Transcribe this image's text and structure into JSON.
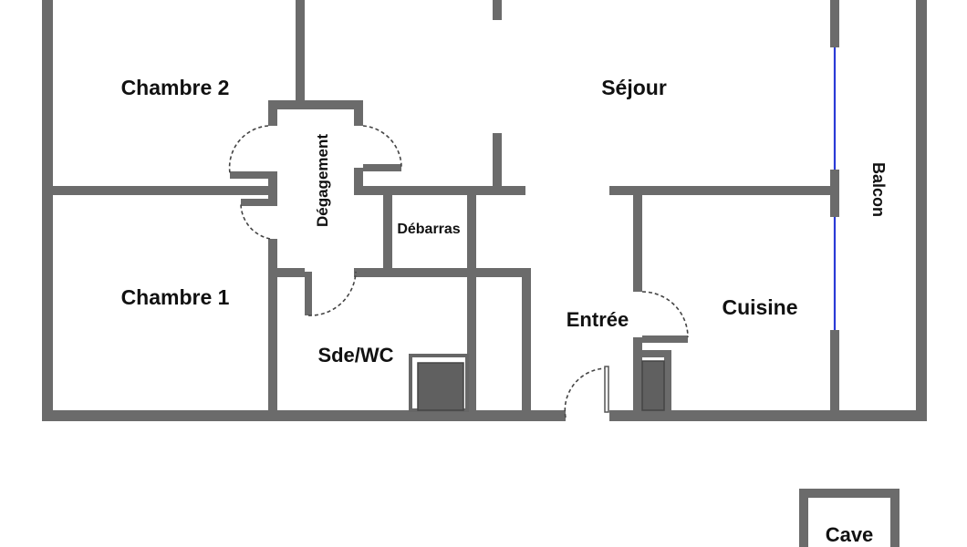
{
  "rooms": {
    "chambre2": "Chambre 2",
    "sejour": "Séjour",
    "degagement": "Dégagement",
    "debarras": "Débarras",
    "balcon": "Balcon",
    "chambre1": "Chambre 1",
    "cuisine": "Cuisine",
    "entree": "Entrée",
    "sde_wc": "Sde/WC",
    "cave": "Cave"
  },
  "colors": {
    "wall": "#6b6b6b",
    "window_glass": "#2a3bd6",
    "background": "#ffffff"
  }
}
